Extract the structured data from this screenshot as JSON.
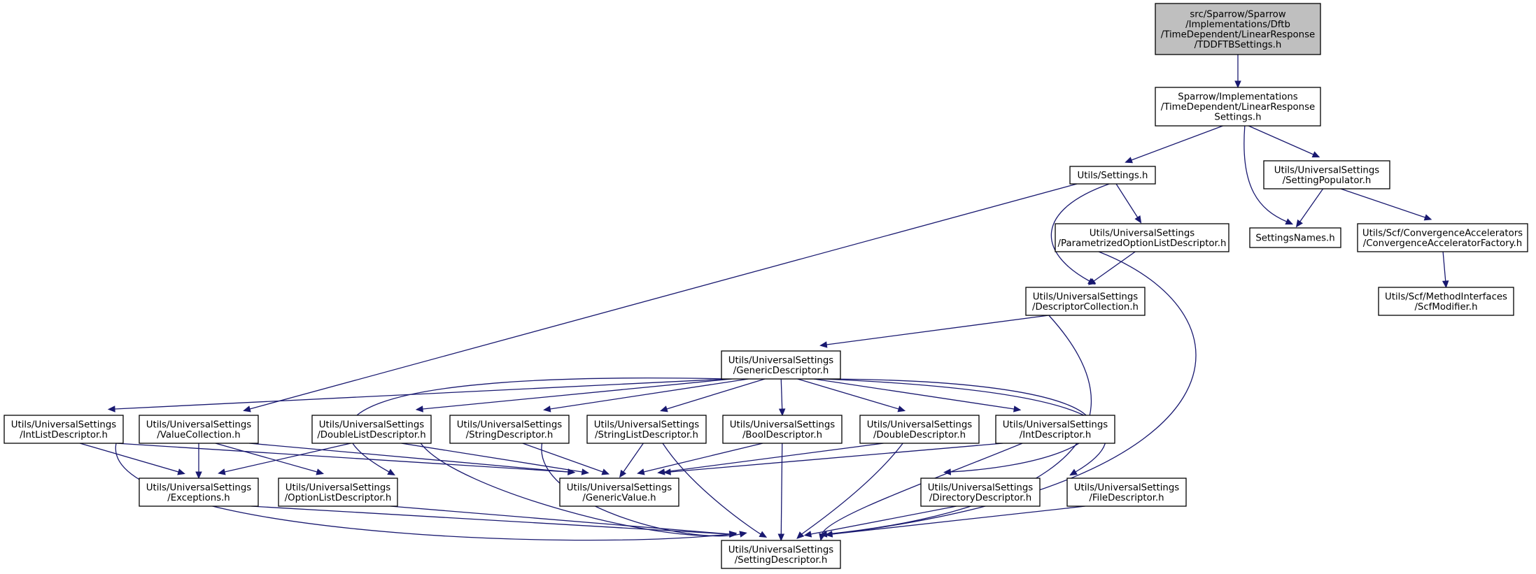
{
  "colors": {
    "edge": "#191970",
    "root_fill": "#bfbfbf",
    "node_fill": "#ffffff"
  },
  "nodes": {
    "tddftb": {
      "lines": [
        "src/Sparrow/Sparrow",
        "/Implementations/Dftb",
        "/TimeDependent/LinearResponse",
        "/TDDFTBSettings.h"
      ],
      "root": true
    },
    "lrsettings": {
      "lines": [
        "Sparrow/Implementations",
        "/TimeDependent/LinearResponse",
        "Settings.h"
      ]
    },
    "settings": {
      "lines": [
        "Utils/Settings.h"
      ]
    },
    "settingpopulator": {
      "lines": [
        "Utils/UniversalSettings",
        "/SettingPopulator.h"
      ]
    },
    "settingsnames": {
      "lines": [
        "SettingsNames.h"
      ]
    },
    "convaccfactory": {
      "lines": [
        "Utils/Scf/ConvergenceAccelerators",
        "/ConvergenceAcceleratorFactory.h"
      ]
    },
    "scfmodifier": {
      "lines": [
        "Utils/Scf/MethodInterfaces",
        "/ScfModifier.h"
      ]
    },
    "paramoptlist": {
      "lines": [
        "Utils/UniversalSettings",
        "/ParametrizedOptionListDescriptor.h"
      ]
    },
    "desccollection": {
      "lines": [
        "Utils/UniversalSettings",
        "/DescriptorCollection.h"
      ]
    },
    "genericdesc": {
      "lines": [
        "Utils/UniversalSettings",
        "/GenericDescriptor.h"
      ]
    },
    "intlist": {
      "lines": [
        "Utils/UniversalSettings",
        "/IntListDescriptor.h"
      ]
    },
    "valuecoll": {
      "lines": [
        "Utils/UniversalSettings",
        "/ValueCollection.h"
      ]
    },
    "doublelist": {
      "lines": [
        "Utils/UniversalSettings",
        "/DoubleListDescriptor.h"
      ]
    },
    "stringdesc": {
      "lines": [
        "Utils/UniversalSettings",
        "/StringDescriptor.h"
      ]
    },
    "stringlist": {
      "lines": [
        "Utils/UniversalSettings",
        "/StringListDescriptor.h"
      ]
    },
    "booldesc": {
      "lines": [
        "Utils/UniversalSettings",
        "/BoolDescriptor.h"
      ]
    },
    "doubledesc": {
      "lines": [
        "Utils/UniversalSettings",
        "/DoubleDescriptor.h"
      ]
    },
    "intdesc": {
      "lines": [
        "Utils/UniversalSettings",
        "/IntDescriptor.h"
      ]
    },
    "exceptions": {
      "lines": [
        "Utils/UniversalSettings",
        "/Exceptions.h"
      ]
    },
    "optionlist": {
      "lines": [
        "Utils/UniversalSettings",
        "/OptionListDescriptor.h"
      ]
    },
    "genericvalue": {
      "lines": [
        "Utils/UniversalSettings",
        "/GenericValue.h"
      ]
    },
    "directorydesc": {
      "lines": [
        "Utils/UniversalSettings",
        "/DirectoryDescriptor.h"
      ]
    },
    "filedesc": {
      "lines": [
        "Utils/UniversalSettings",
        "/FileDescriptor.h"
      ]
    },
    "settingdesc": {
      "lines": [
        "Utils/UniversalSettings",
        "/SettingDescriptor.h"
      ]
    }
  },
  "edges": [
    [
      "tddftb",
      "lrsettings"
    ],
    [
      "lrsettings",
      "settings"
    ],
    [
      "lrsettings",
      "settingsnames"
    ],
    [
      "lrsettings",
      "settingpopulator"
    ],
    [
      "settingpopulator",
      "settingsnames"
    ],
    [
      "settingpopulator",
      "convaccfactory"
    ],
    [
      "convaccfactory",
      "scfmodifier"
    ],
    [
      "settings",
      "valuecoll"
    ],
    [
      "settings",
      "desccollection"
    ],
    [
      "settings",
      "paramoptlist"
    ],
    [
      "paramoptlist",
      "desccollection"
    ],
    [
      "paramoptlist",
      "settingdesc"
    ],
    [
      "desccollection",
      "genericdesc"
    ],
    [
      "desccollection",
      "settingdesc"
    ],
    [
      "genericdesc",
      "intlist"
    ],
    [
      "genericdesc",
      "doublelist"
    ],
    [
      "genericdesc",
      "stringdesc"
    ],
    [
      "genericdesc",
      "stringlist"
    ],
    [
      "genericdesc",
      "booldesc"
    ],
    [
      "genericdesc",
      "doubledesc"
    ],
    [
      "genericdesc",
      "intdesc"
    ],
    [
      "genericdesc",
      "optionlist"
    ],
    [
      "genericdesc",
      "directorydesc"
    ],
    [
      "genericdesc",
      "filedesc"
    ],
    [
      "intlist",
      "exceptions"
    ],
    [
      "intlist",
      "genericvalue"
    ],
    [
      "intlist",
      "settingdesc"
    ],
    [
      "valuecoll",
      "exceptions"
    ],
    [
      "valuecoll",
      "optionlist"
    ],
    [
      "valuecoll",
      "genericvalue"
    ],
    [
      "doublelist",
      "exceptions"
    ],
    [
      "doublelist",
      "genericvalue"
    ],
    [
      "doublelist",
      "settingdesc"
    ],
    [
      "stringdesc",
      "genericvalue"
    ],
    [
      "stringdesc",
      "settingdesc"
    ],
    [
      "stringlist",
      "genericvalue"
    ],
    [
      "stringlist",
      "settingdesc"
    ],
    [
      "booldesc",
      "genericvalue"
    ],
    [
      "booldesc",
      "settingdesc"
    ],
    [
      "doubledesc",
      "genericvalue"
    ],
    [
      "doubledesc",
      "settingdesc"
    ],
    [
      "intdesc",
      "genericvalue"
    ],
    [
      "intdesc",
      "settingdesc"
    ],
    [
      "exceptions",
      "settingdesc"
    ],
    [
      "optionlist",
      "settingdesc"
    ],
    [
      "directorydesc",
      "settingdesc"
    ],
    [
      "filedesc",
      "settingdesc"
    ]
  ]
}
